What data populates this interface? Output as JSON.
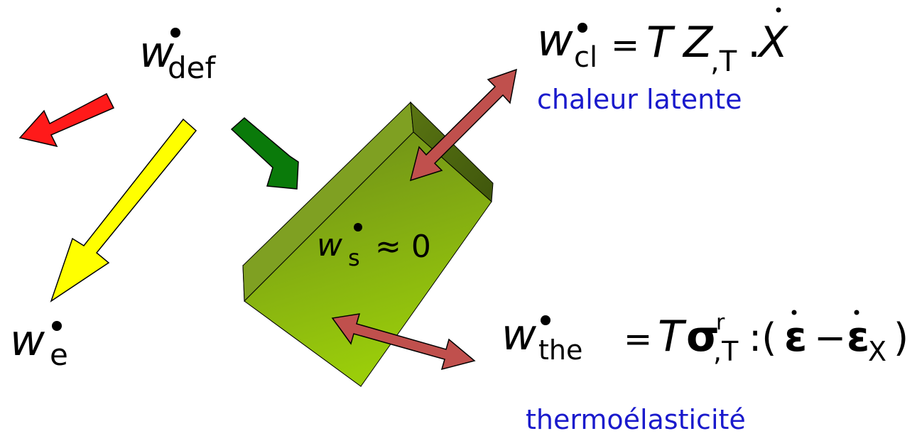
{
  "labels": {
    "w_def": {
      "base": "w",
      "sub": "def"
    },
    "w_e": {
      "base": "w",
      "sub": "e"
    },
    "w_s": {
      "base": "w",
      "sub": "s",
      "rhs": "≈ 0"
    },
    "w_cl": {
      "base": "w",
      "sub": "cl",
      "eq": "=",
      "T": "T",
      "Z": "Z",
      "Z_sub": ",T",
      "dot": ".",
      "X": "X"
    },
    "w_the": {
      "base": "w",
      "sub": "the",
      "eq": "=",
      "T": "T",
      "sigma": "σ",
      "sigma_sup": "r",
      "sigma_sub": ",T",
      "colon_paren": ":(",
      "eps": "ε",
      "minus": "−",
      "eps2": "ε",
      "eps2_sub": "X",
      "close": ")"
    }
  },
  "captions": {
    "latent_heat": "chaleur latente",
    "thermoelasticity": "thermoélasticité"
  },
  "colors": {
    "red_arrow": "#ff1a1a",
    "yellow_arrow": "#ffff00",
    "green_arrow": "#0a7a0a",
    "double_arrow": "#c0504d",
    "block_light": "#9acd0a",
    "block_dark": "#4e6a10",
    "caption_blue": "#1a1acc"
  }
}
